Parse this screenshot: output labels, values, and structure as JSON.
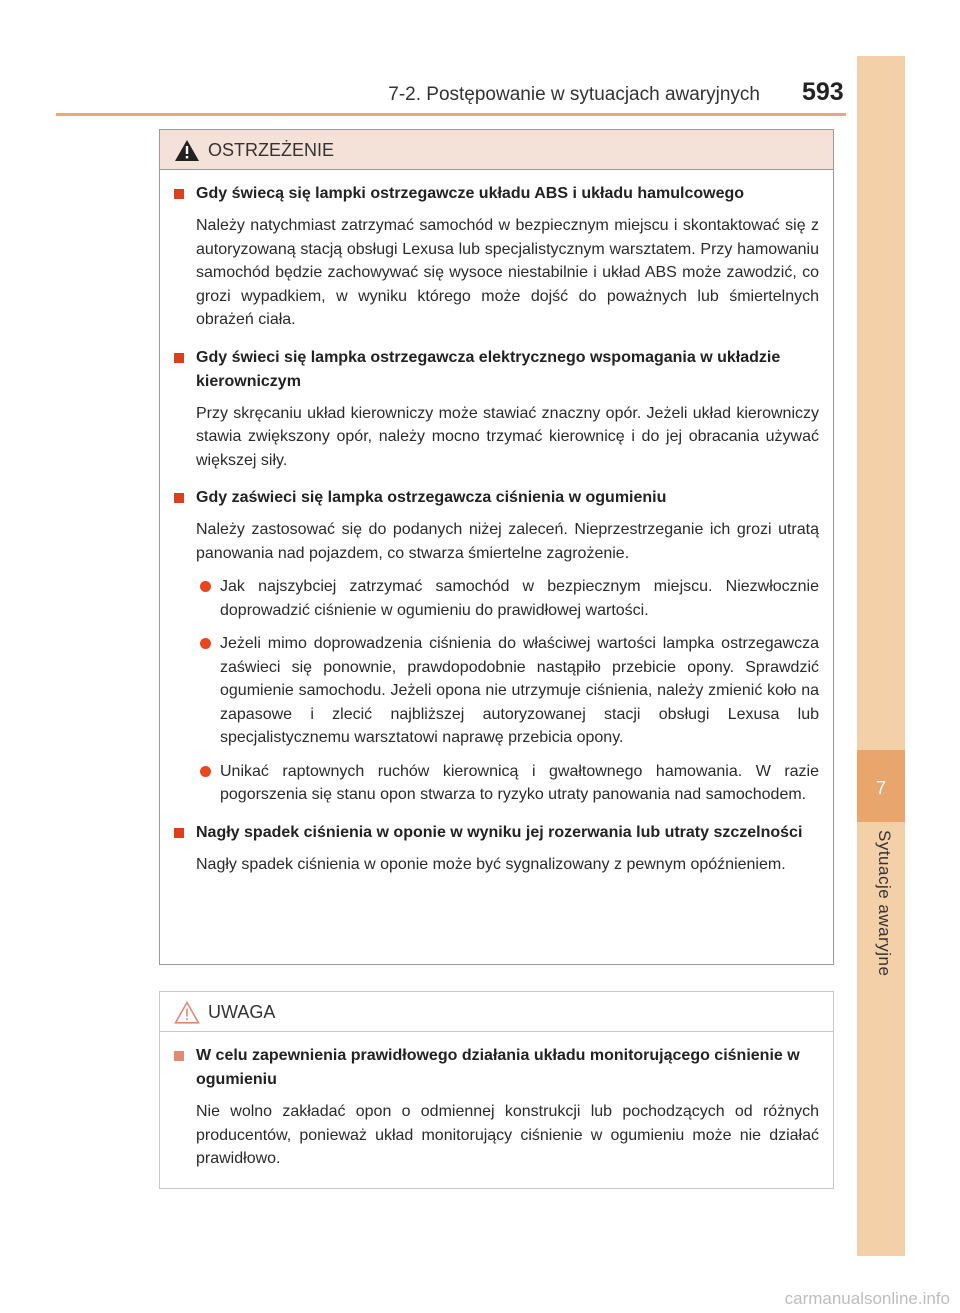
{
  "header": {
    "title": "7-2. Postępowanie w sytuacjach awaryjnych",
    "page_number": "593"
  },
  "side_tab": {
    "number": "7",
    "label": "Sytuacje awaryjne"
  },
  "warning_box": {
    "label": "OSTRZEŻENIE",
    "icon": "warning-triangle-icon",
    "sections": [
      {
        "heading": "Gdy świecą się lampki ostrzegawcze układu ABS i układu hamulcowego",
        "paragraphs": [
          "Należy natychmiast zatrzymać samochód w bezpiecznym miejscu i skontaktować się z autoryzowaną stacją obsługi Lexusa lub specjalistycznym warsztatem. Przy hamowaniu samochód będzie zachowywać się wysoce niestabilnie i układ ABS może zawodzić, co grozi wypadkiem, w wyniku którego może dojść do poważnych lub śmiertelnych obrażeń ciała."
        ]
      },
      {
        "heading": "Gdy świeci się lampka ostrzegawcza elektrycznego wspomagania w układzie kierowniczym",
        "paragraphs": [
          "Przy skręcaniu układ kierowniczy może stawiać znaczny opór. Jeżeli układ kierowniczy stawia zwiększony opór, należy mocno trzymać kierownicę i do jej obracania używać większej siły."
        ]
      },
      {
        "heading": "Gdy zaświeci się lampka ostrzegawcza ciśnienia w ogumieniu",
        "paragraphs": [
          "Należy zastosować się do podanych niżej zaleceń. Nieprzestrzeganie ich grozi utratą panowania nad pojazdem, co stwarza śmiertelne zagrożenie."
        ],
        "bullets": [
          "Jak najszybciej zatrzymać samochód w bezpiecznym miejscu. Niezwłocznie doprowadzić ciśnienie w ogumieniu do prawidłowej wartości.",
          "Jeżeli mimo doprowadzenia ciśnienia do właściwej wartości lampka ostrzegawcza zaświeci się ponownie, prawdopodobnie nastąpiło przebicie opony. Sprawdzić ogumienie samochodu. Jeżeli opona nie utrzymuje ciśnienia, należy zmienić koło na zapasowe i zlecić najbliższej autoryzowanej stacji obsługi Lexusa lub specjalistycznemu warsztatowi naprawę przebicia opony.",
          "Unikać raptownych ruchów kierownicą i gwałtownego hamowania. W razie pogorszenia się stanu opon stwarza to ryzyko utraty panowania nad samochodem."
        ]
      },
      {
        "heading": "Nagły spadek ciśnienia w oponie w wyniku jej rozerwania lub utraty szczelności",
        "paragraphs": [
          "Nagły spadek ciśnienia w oponie może być sygnalizowany z pewnym opóźnieniem."
        ]
      }
    ]
  },
  "caution_box": {
    "label": "UWAGA",
    "icon": "caution-triangle-icon",
    "sections": [
      {
        "heading": "W celu zapewnienia prawidłowego działania układu monitorującego ciśnienie w ogumieniu",
        "paragraphs": [
          "Nie wolno zakładać opon o odmiennej konstrukcji lub pochodzących od różnych producentów, ponieważ układ monitorujący ciśnienie w ogumieniu może nie działać prawidłowo."
        ]
      }
    ]
  },
  "watermark": "carmanualsonline.info",
  "colors": {
    "accent_orange": "#e9a66c",
    "side_tab_light": "#f3d0a8",
    "warning_header_bg": "#f4e2d8",
    "bullet_red": "#e8461f"
  }
}
